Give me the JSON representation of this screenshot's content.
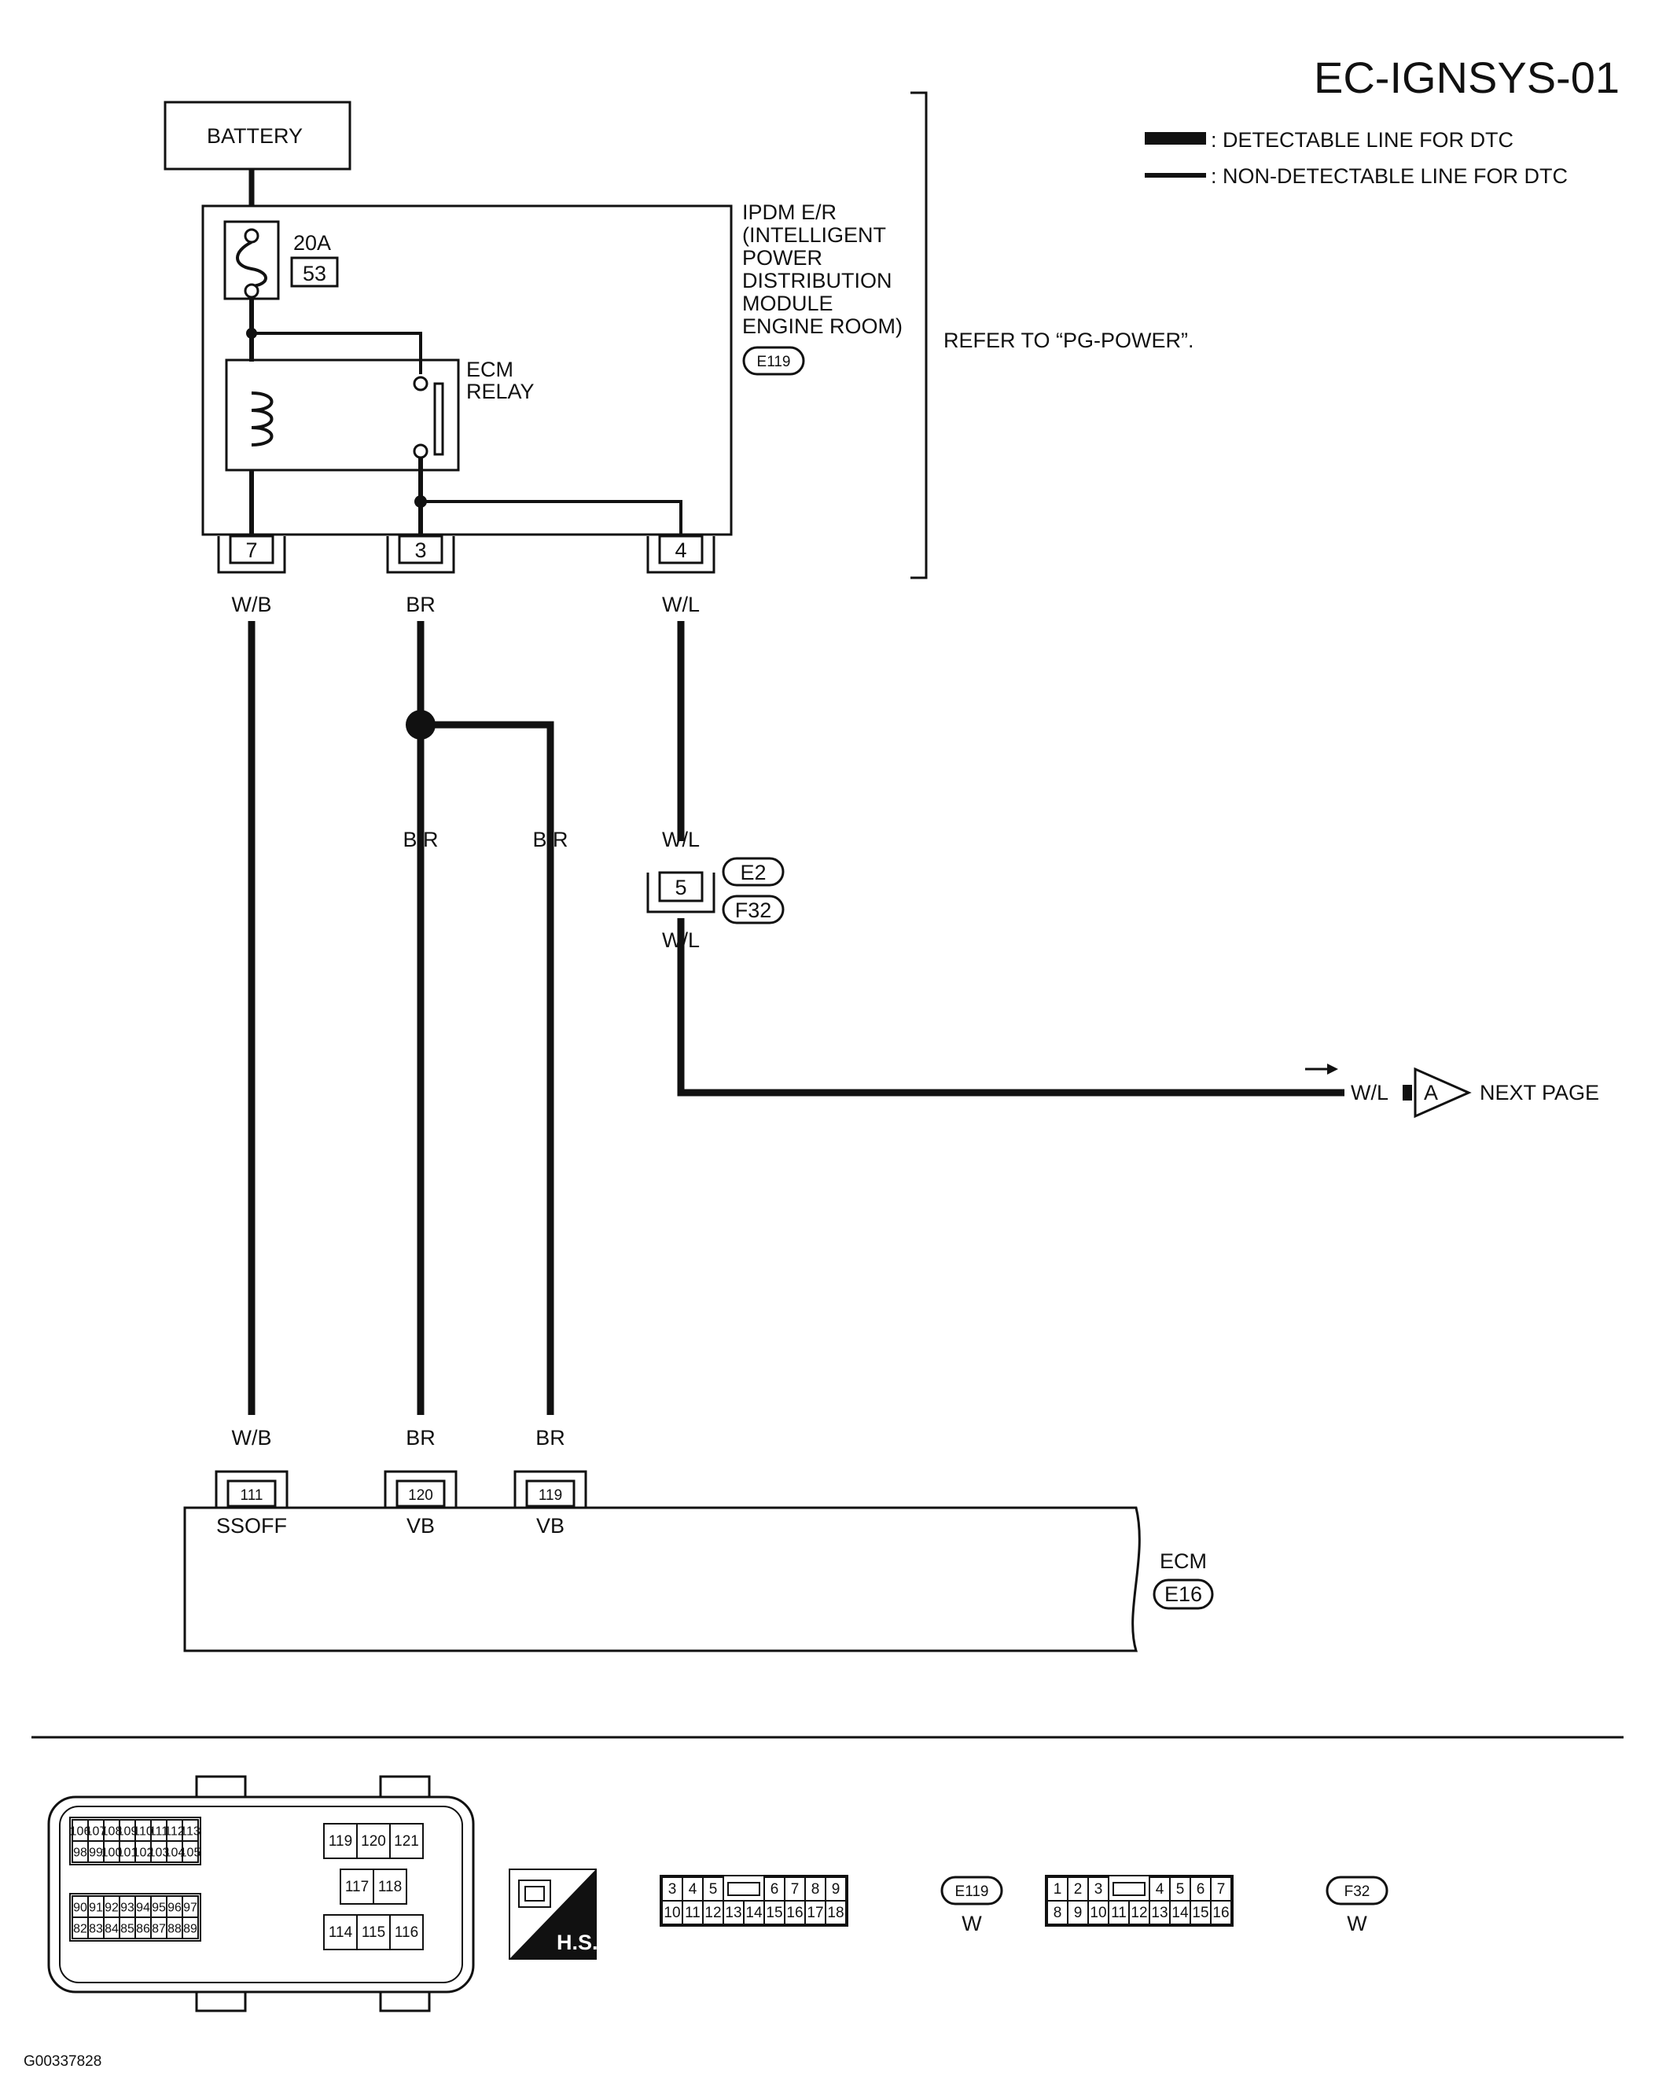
{
  "title": "EC-IGNSYS-01",
  "legend": {
    "detectable": ": DETECTABLE LINE FOR DTC",
    "non_detectable": ": NON-DETECTABLE LINE FOR DTC"
  },
  "battery": "BATTERY",
  "fuse": {
    "rating": "20A",
    "number": "53"
  },
  "ipdm": {
    "lines": [
      "IPDM E/R",
      "(INTELLIGENT",
      "POWER",
      "DISTRIBUTION",
      "MODULE",
      "ENGINE ROOM)"
    ],
    "connector": "E119"
  },
  "refer": "REFER TO “PG-POWER”.",
  "relay": [
    "ECM",
    "RELAY"
  ],
  "ipdm_terminals": [
    "7",
    "3",
    "4"
  ],
  "wire_colors_top": [
    "W/B",
    "BR",
    "W/L"
  ],
  "branch_colors": [
    "B/R",
    "B/R"
  ],
  "joint": {
    "top_color": "W/L",
    "terminal": "5",
    "connectors": [
      "E2",
      "F32"
    ],
    "bottom_color": "W/L"
  },
  "next_page": {
    "color": "W/L",
    "marker": "A",
    "label": "NEXT PAGE"
  },
  "ecm_wire_colors": [
    "W/B",
    "BR",
    "BR"
  ],
  "ecm_terminals": [
    "111",
    "120",
    "119"
  ],
  "ecm_signals": [
    "SSOFF",
    "VB",
    "VB"
  ],
  "ecm": {
    "label": "ECM",
    "connector": "E16"
  },
  "ecm_connector_face": {
    "top_block": [
      [
        "106",
        "107",
        "108",
        "109",
        "110",
        "111",
        "112",
        "113"
      ],
      [
        "98",
        "99",
        "100",
        "101",
        "102",
        "103",
        "104",
        "105"
      ]
    ],
    "bottom_block": [
      [
        "90",
        "91",
        "92",
        "93",
        "94",
        "95",
        "96",
        "97"
      ],
      [
        "82",
        "83",
        "84",
        "85",
        "86",
        "87",
        "88",
        "89"
      ]
    ],
    "right_pins": [
      "119",
      "120",
      "121",
      "117",
      "118",
      "114",
      "115",
      "116"
    ]
  },
  "hs_badge": "H.S.",
  "connector_e119": {
    "top": [
      "3",
      "4",
      "5",
      "6",
      "7",
      "8",
      "9"
    ],
    "bottom": [
      "10",
      "11",
      "12",
      "13",
      "14",
      "15",
      "16",
      "17",
      "18"
    ],
    "id": "E119",
    "color": "W"
  },
  "connector_f32": {
    "top": [
      "1",
      "2",
      "3",
      "4",
      "5",
      "6",
      "7"
    ],
    "bottom": [
      "8",
      "9",
      "10",
      "11",
      "12",
      "13",
      "14",
      "15",
      "16"
    ],
    "id": "F32",
    "color": "W"
  },
  "figure_id": "G00337828"
}
